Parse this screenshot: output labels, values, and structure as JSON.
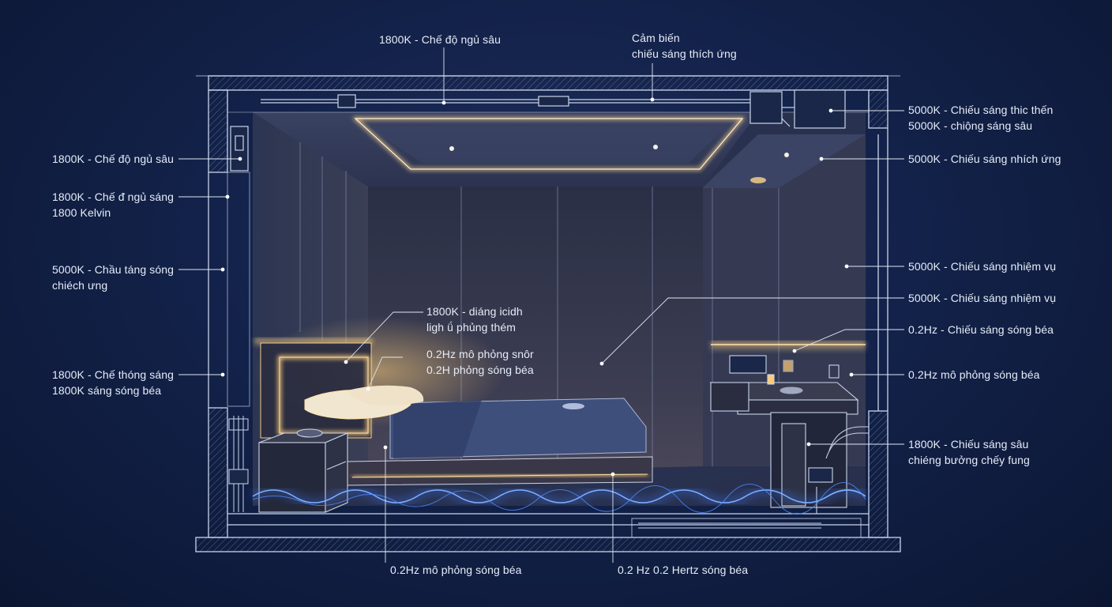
{
  "colors": {
    "background": "#13224a",
    "line": "#c9d4ea",
    "warm_light": "#ffc86b",
    "wave": "#3f7bff",
    "text": "#e6ecf7"
  },
  "labels": {
    "top_center": [
      "1800K - Chế độ ngủ sâu"
    ],
    "top_sensor": [
      "Cảm biến",
      "chiếu sáng thích ứng"
    ],
    "left_1": [
      "1800K - Chế độ ngủ sâu"
    ],
    "left_2": [
      "1800K - Chế ᵭ ngủ sáng",
      "1800 Kelvin"
    ],
    "left_3": [
      "5000K - Chầu táng sóng",
      "chiéch ưng"
    ],
    "left_4": [
      "1800K - Chế thóng sáng",
      "1800K sáng sóng béa"
    ],
    "center_1": [
      "1800K - diáng icidh",
      "ligh ǘ phủng thém"
    ],
    "center_2": [
      "0.2Hz mô phỏng snôr",
      "0.2H phỏng sóng béa"
    ],
    "right_1": [
      "5000K - Chiếu sáng thic thến",
      "5000K - chiộng sáng sâu"
    ],
    "right_2": [
      "5000K - Chiếu sáng nhích ứng"
    ],
    "right_3": [
      "5000K - Chiếu sáng nhiệm vụ"
    ],
    "right_4": [
      "5000K - Chiếu sáng nhiệm vụ"
    ],
    "right_5": [
      "0.2Hz - Chiếu sáng sóng béa"
    ],
    "right_6": [
      "0.2Hz mô phỏng sóng béa"
    ],
    "right_7": [
      "1800K - Chiếu sáng sâu",
      "chiéng bưởng chếy fung"
    ],
    "bottom_1": [
      "0.2Hz mô phỏng sóng béa"
    ],
    "bottom_2": [
      "0.2 Hz 0.2 Hertz sóng béa"
    ]
  }
}
